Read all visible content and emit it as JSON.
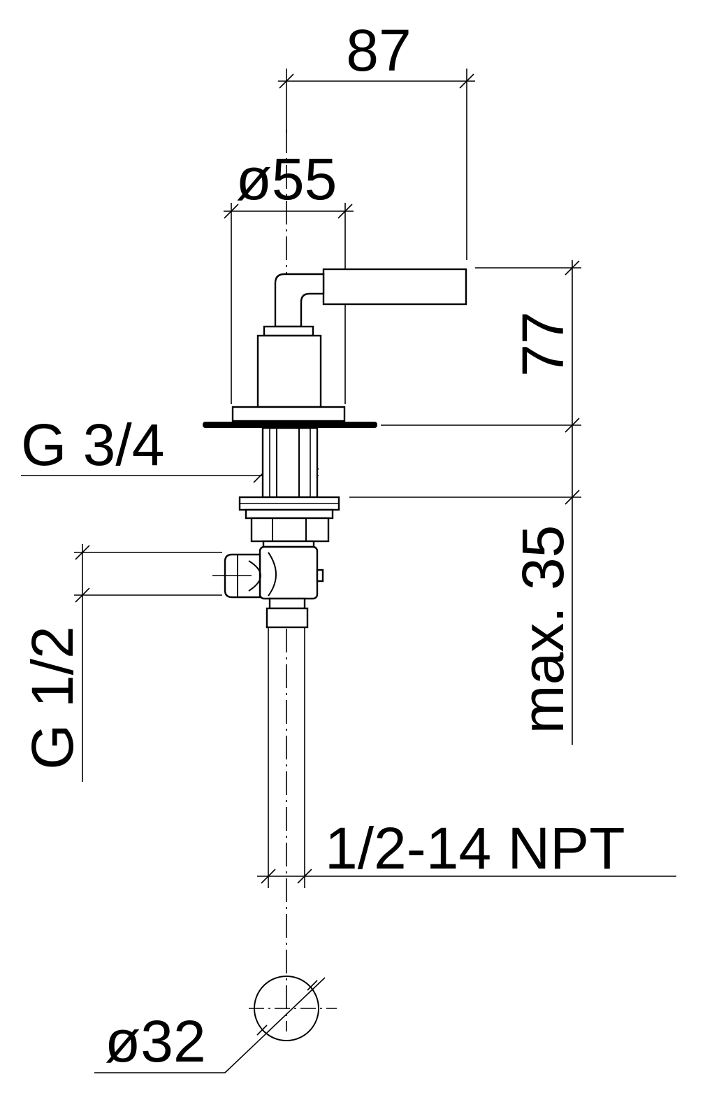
{
  "dimensions": {
    "width_87": "87",
    "diameter_55": "ø55",
    "height_77": "77",
    "thread_g34": "G 3/4",
    "max_35": "max. 35",
    "thread_g12": "G 1/2",
    "thread_npt": "1/2-14 NPT",
    "diameter_32": "ø32"
  }
}
